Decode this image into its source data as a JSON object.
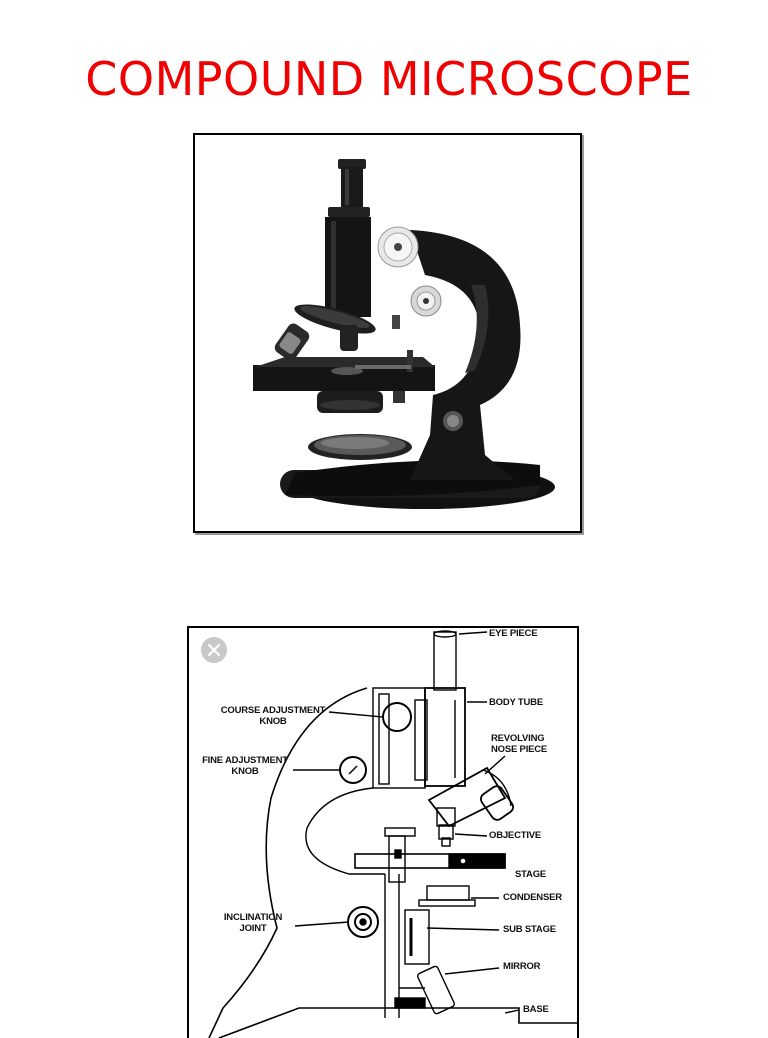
{
  "title": "COMPOUND MICROSCOPE",
  "colors": {
    "title": "#f00000",
    "instrument": "#141414",
    "frame": "#000000"
  },
  "diagram": {
    "close_icon": "close-icon",
    "labels": {
      "eye_piece": "EYE PIECE",
      "body_tube": "BODY TUBE",
      "revolving_nose_piece_1": "REVOLVING",
      "revolving_nose_piece_2": "NOSE PIECE",
      "course_adjustment_knob_1": "COURSE ADJUSTMENT",
      "course_adjustment_knob_2": "KNOB",
      "fine_adjustment_knob_1": "FINE ADJUSTMENT",
      "fine_adjustment_knob_2": "KNOB",
      "objective": "OBJECTIVE",
      "stage": "STAGE",
      "condenser": "CONDENSER",
      "inclination_joint_1": "INCLINATION",
      "inclination_joint_2": "JOINT",
      "sub_stage": "SUB STAGE",
      "mirror": "MIRROR",
      "base": "BASE"
    }
  }
}
